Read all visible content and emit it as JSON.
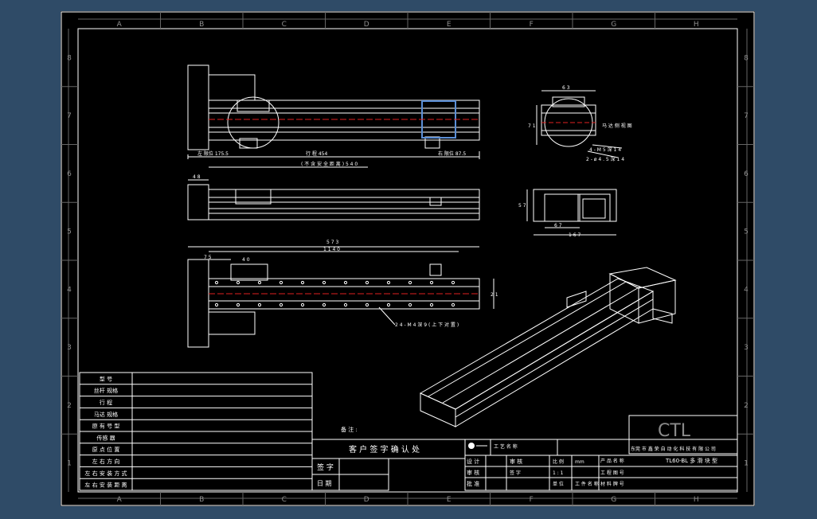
{
  "colors": {
    "background": "#2f4b67",
    "sheet": "#000000",
    "line": "#ffffff",
    "grid_label": "#8f8f8f",
    "centerline": "#e02020",
    "highlight": "#5b8fd6"
  },
  "grid": {
    "cols": [
      "A",
      "B",
      "C",
      "D",
      "E",
      "F",
      "G",
      "H"
    ],
    "rows": [
      "8",
      "7",
      "6",
      "5",
      "4",
      "3",
      "2",
      "1"
    ]
  },
  "views": {
    "front": {
      "dims": {
        "left": "左 限位 175.5",
        "stroke": "行 程 454",
        "right": "右 限位 87.5",
        "note": "( 不 含 安 全 距 离 ) 5 4 0"
      }
    },
    "side": {
      "dims": {
        "h1": "6 3",
        "v1": "7 1",
        "callout1": "马 达 侧 视 图 ",
        "callout2": "4 - M 5 深 1 4",
        "callout3": "2 - ø 4 . 5 深 1 4"
      }
    },
    "top": {
      "dims": {
        "left": "4 8"
      }
    },
    "end": {
      "dims": {
        "v": "5 7",
        "h1": "6 7",
        "h2": "1 6 7"
      }
    },
    "bottom": {
      "dims": {
        "total": "5 7 3",
        "mid": "1 1 4 0",
        "left": "7 5",
        "sub": "4 0",
        "v": "2 1",
        "callout": "2 4 - M 4 深 9 ( 上 下 对 置 )"
      }
    }
  },
  "table": {
    "rows": [
      "型 号",
      "丝杆 规格",
      "行 程",
      "马达 规格",
      "原 有 号 型",
      "传感 器",
      "原 点 位 置",
      "左 右 方 向",
      "左 右 安 装 方 式",
      "左 右 安 装 距 离"
    ]
  },
  "remark_label": "备 注 :",
  "signature": {
    "title": "客 户 签 字 确 认 处",
    "sign": "签 字",
    "date": "日 期"
  },
  "titleblock": {
    "logo": "CTL",
    "company": "东莞 市 鑫 荣 自 动 化 科 技 有 限 公 司",
    "model": "TL60-BL 多 滑 块 型",
    "design": "设 计",
    "check": "审 核",
    "verify": "审 核",
    "approve": "批 准",
    "scale_label": "比 例",
    "scale_value": "1 : 1",
    "unit_label": "单 位",
    "unit_value": "mm",
    "product_name": "产 品 名 称",
    "drawing_no": "工 程 图 号",
    "material": "材 料 牌 号",
    "part_code": "工 件 名 称",
    "projection": "工 艺 名 称",
    "sign_cell": "签 字"
  }
}
